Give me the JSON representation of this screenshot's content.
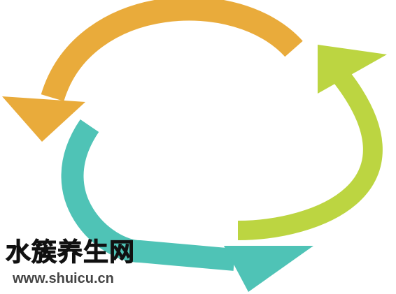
{
  "colors": {
    "orange": "#E9AB3B",
    "green": "#BCD541",
    "teal": "#4FC3B6",
    "watermark_title": "#111111",
    "watermark_url": "#444444"
  },
  "arrows": [
    {
      "name": "orange-arrow",
      "color": "orange",
      "direction": "counter-clockwise, top to left"
    },
    {
      "name": "green-arrow",
      "color": "green",
      "direction": "bottom to top-right"
    },
    {
      "name": "teal-arrow",
      "color": "teal",
      "direction": "left to bottom-right"
    }
  ],
  "watermark": {
    "title": "水簇养生网",
    "url": "www.shuicu.cn"
  }
}
